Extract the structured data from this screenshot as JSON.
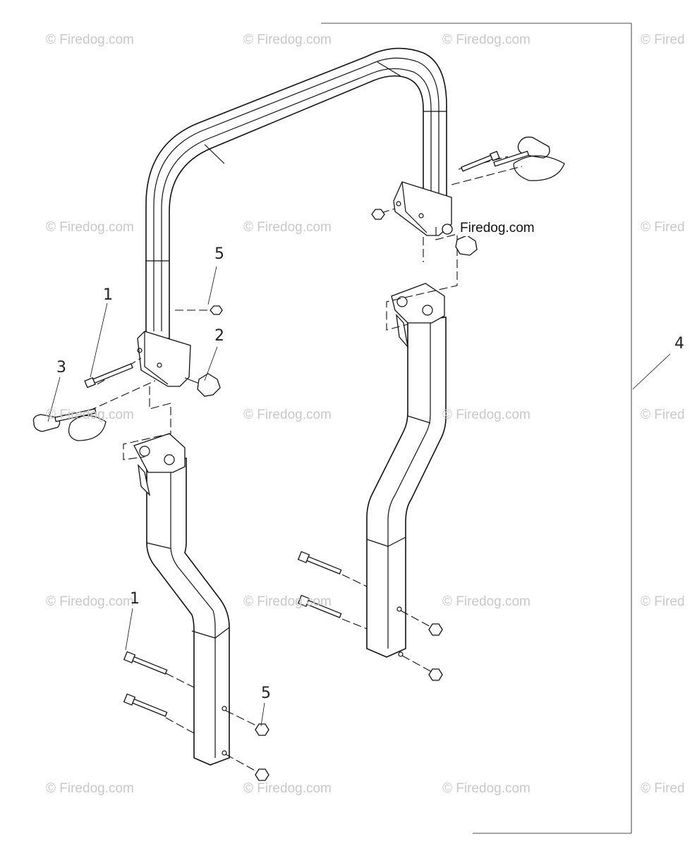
{
  "watermark": {
    "text": "© Firedog.com",
    "partial_text": "© Fired"
  },
  "brand_label": "Firedog.com",
  "callouts": {
    "part_1_upper": "1",
    "part_1_lower": "1",
    "part_2": "2",
    "part_3": "3",
    "part_4": "4",
    "part_5_upper": "5",
    "part_5_lower": "5"
  }
}
